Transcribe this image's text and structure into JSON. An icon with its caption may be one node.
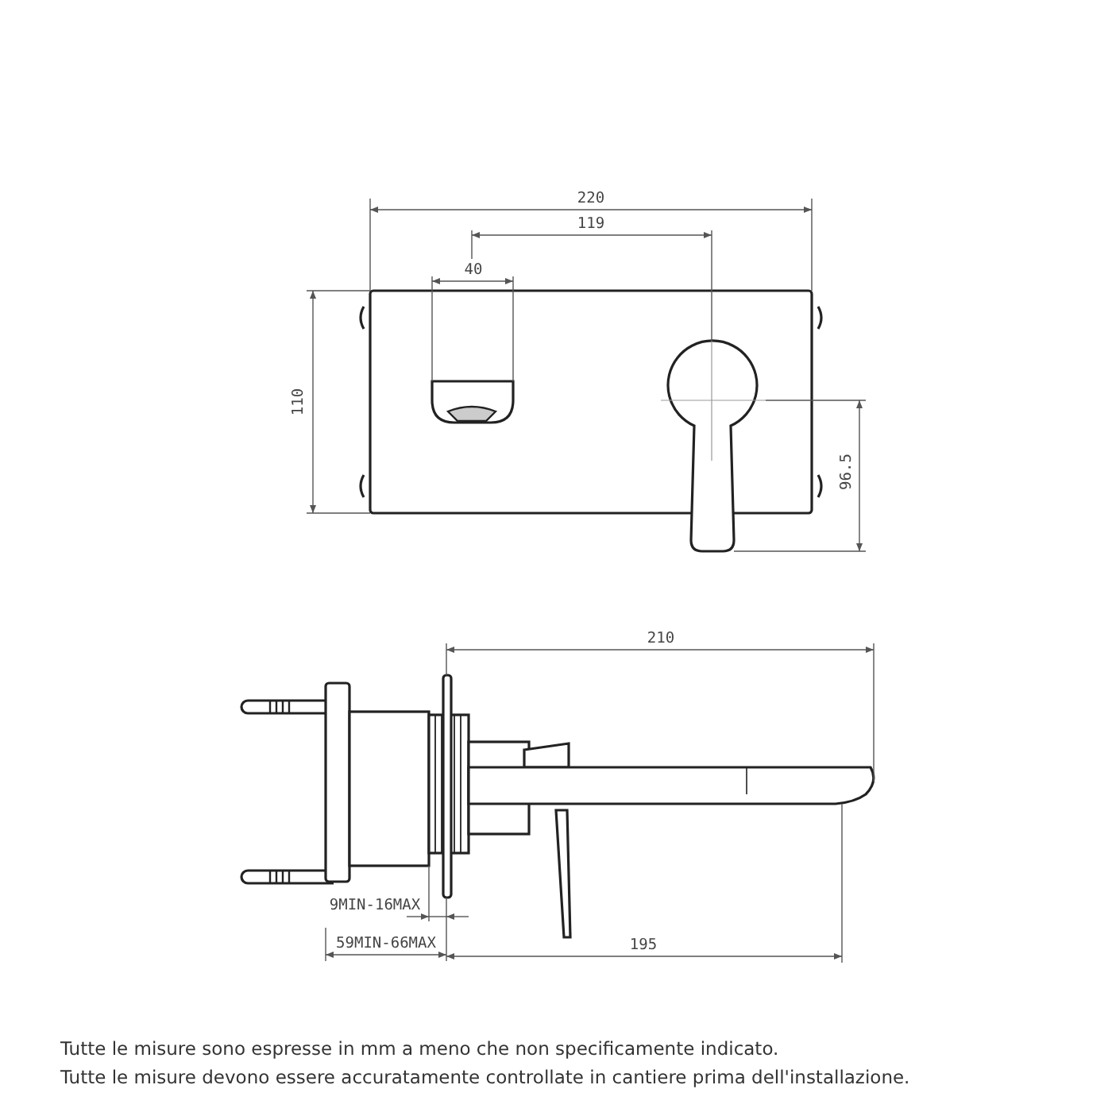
{
  "diagram": {
    "labels": [
      "220",
      "119",
      "40",
      "110",
      "96.5",
      "210",
      "9MIN-16MAX",
      "59MIN-66MAX",
      "195",
      "Tutte le misure sono espresse in mm a meno che non specificamente indicato.",
      "Tutte le misure devono essere accuratamente controllate in cantiere prima dell'installazione."
    ]
  }
}
